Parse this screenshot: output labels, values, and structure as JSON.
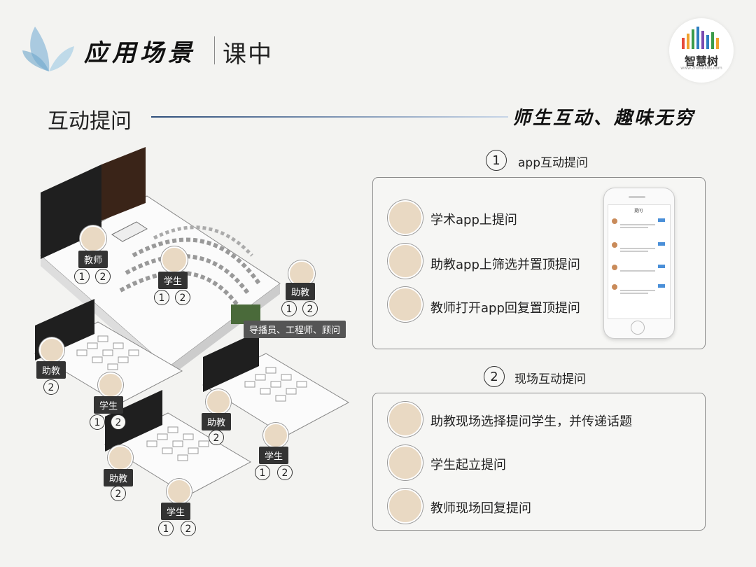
{
  "header": {
    "title": "应用场景",
    "subtitle": "课中"
  },
  "logo": {
    "name": "智慧树",
    "url_text": "www.zhihuishu.com"
  },
  "section": {
    "title": "互动提问",
    "slogan": "师生互动、趣味无穷"
  },
  "app_section": {
    "number": "1",
    "label": "app互动提问",
    "rows": [
      {
        "text": "学术app上提问",
        "avatar": "student-avatar"
      },
      {
        "text": "助教app上筛选并置顶提问",
        "avatar": "assistant-avatar"
      },
      {
        "text": "教师打开app回复置顶提问",
        "avatar": "teacher-avatar"
      }
    ],
    "phone_title": "提问"
  },
  "live_section": {
    "number": "2",
    "label": "现场互动提问",
    "rows": [
      {
        "text": "助教现场选择提问学生，并传递话题",
        "avatar": "assistant-avatar"
      },
      {
        "text": "学生起立提问",
        "avatar": "student-avatar"
      },
      {
        "text": "教师现场回复提问",
        "avatar": "teacher-avatar"
      }
    ]
  },
  "diagram": {
    "main_hall": {
      "teacher": "教师",
      "student": "学生",
      "assistant": "助教",
      "staff": "导播员、工程师、顾问"
    },
    "rooms": [
      {
        "assistant": "助教",
        "student": "学生"
      },
      {
        "assistant": "助教",
        "student": "学生"
      },
      {
        "assistant": "助教",
        "student": "学生"
      }
    ],
    "n1": "1",
    "n2": "2"
  },
  "colors": {
    "accent_line": "#2d4d7a",
    "petal": "#8ab8d8",
    "tag_bg": "#333333"
  }
}
